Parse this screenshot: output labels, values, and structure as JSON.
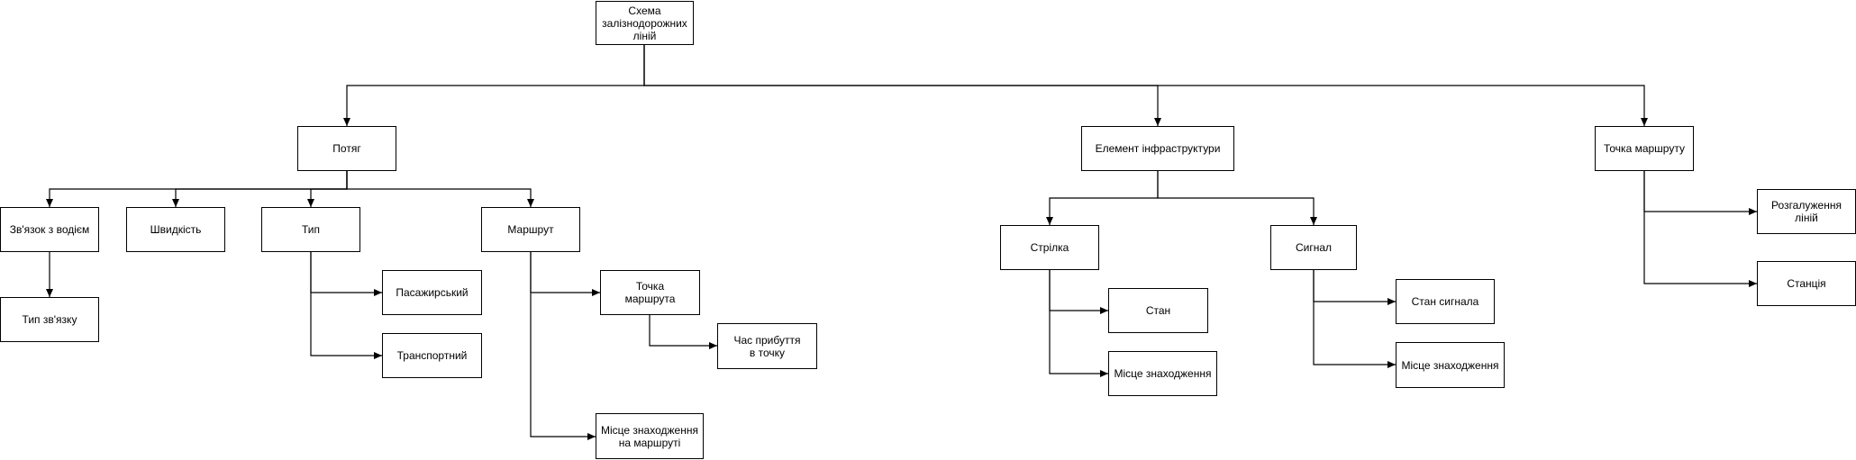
{
  "nodes": {
    "root": "Схема\nзалізнодорожних\nліній",
    "train": "Потяг",
    "infrastructure": "Елемент інфраструктури",
    "route_point_top": "Точка маршруту",
    "driver_link": "Зв'язок з водієм",
    "speed": "Швидкість",
    "type": "Тип",
    "route": "Маршрут",
    "link_type": "Тип зв'язку",
    "passenger": "Пасажирський",
    "transport": "Транспортний",
    "route_point": "Точка\nмаршрута",
    "arrival_time": "Час прибуття\nв точку",
    "route_location": "Місце знаходження\nна маршруті",
    "switch": "Стрілка",
    "signal": "Сигнал",
    "switch_state": "Стан",
    "switch_location": "Місце знаходження",
    "signal_state": "Стан сигнала",
    "signal_location": "Місце знаходження",
    "branching": "Розгалуження\nліній",
    "station": "Станція"
  }
}
